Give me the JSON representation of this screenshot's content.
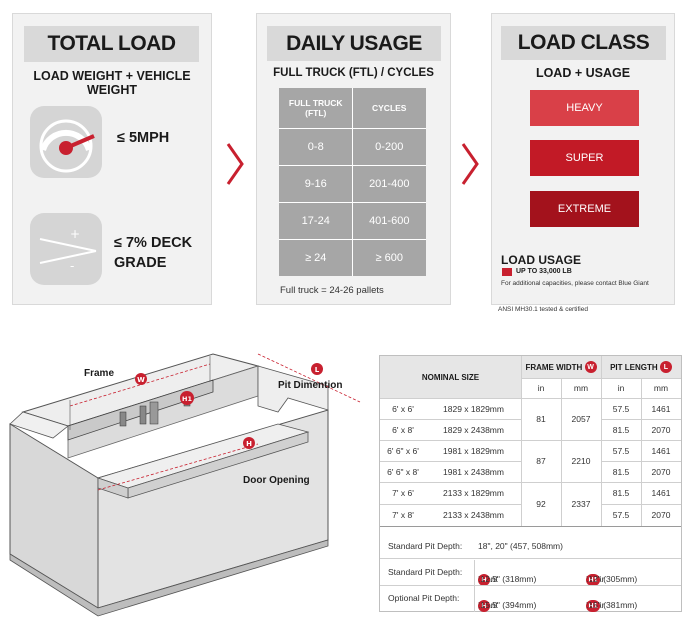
{
  "colors": {
    "accent": "#c8202f",
    "panel_bg": "#f2f2f2",
    "title_bg": "#d9d9d9",
    "table_grey": "#a6a6a6"
  },
  "total_load": {
    "title": "TOTAL LOAD",
    "subtitle": "LOAD WEIGHT + VEHICLE WEIGHT",
    "speed_label": "≤ 5MPH",
    "grade_label_1": "≤ 7% DECK",
    "grade_label_2": "GRADE",
    "icons": [
      "speedometer-icon",
      "deck-grade-icon"
    ]
  },
  "daily_usage": {
    "title": "DAILY USAGE",
    "subtitle": "FULL TRUCK (FTL) / CYCLES",
    "col1_line1": "FULL TRUCK",
    "col1_line2": "(FTL)",
    "col2": "CYCLES",
    "rows": [
      {
        "ftl": "0-8",
        "cycles": "0-200"
      },
      {
        "ftl": "9-16",
        "cycles": "201-400"
      },
      {
        "ftl": "17-24",
        "cycles": "401-600"
      },
      {
        "ftl": "≥ 24",
        "cycles": "≥ 600"
      }
    ],
    "footnote": "Full truck = 24-26 pallets"
  },
  "load_class": {
    "title": "LOAD CLASS",
    "subtitle": "LOAD + USAGE",
    "classes": [
      {
        "label": "HEAVY",
        "color": "#d94048"
      },
      {
        "label": "SUPER",
        "color": "#c21a26"
      },
      {
        "label": "EXTREME",
        "color": "#a3121c"
      }
    ],
    "usage_title": "LOAD USAGE",
    "usage_line": "UP TO 33,000 LB",
    "usage_note": "For additional capacities, please contact Blue Giant",
    "certification": "ANSI MH30.1 tested & certified"
  },
  "diagram": {
    "frame_label": "Frame",
    "pit_label": "Pit Dimention",
    "door_label": "Door Opening",
    "badge_w": "W",
    "badge_l": "L",
    "badge_h": "H",
    "badge_h1": "H1"
  },
  "spec_table": {
    "nominal_header": "NOMINAL SIZE",
    "frame_header": "FRAME WIDTH",
    "pit_header": "PIT LENGTH",
    "badge_w": "W",
    "badge_l": "L",
    "unit_in": "in",
    "unit_mm": "mm",
    "rows": [
      {
        "size": "6' x 6'",
        "mm": "1829 x 1829mm",
        "pit_in": "57.5",
        "pit_mm": "1461"
      },
      {
        "size": "6' x 8'",
        "mm": "1829 x 2438mm",
        "pit_in": "81.5",
        "pit_mm": "2070"
      },
      {
        "size": "6' 6\" x 6'",
        "mm": "1981 x 1829mm",
        "pit_in": "57.5",
        "pit_mm": "1461"
      },
      {
        "size": "6' 6\" x 8'",
        "mm": "1981 x 2438mm",
        "pit_in": "81.5",
        "pit_mm": "2070"
      },
      {
        "size": "7' x 6'",
        "mm": "2133 x 1829mm",
        "pit_in": "81.5",
        "pit_mm": "1461"
      },
      {
        "size": "7' x 8'",
        "mm": "2133 x 2438mm",
        "pit_in": "57.5",
        "pit_mm": "2070"
      }
    ],
    "frame_groups": [
      {
        "in": "81",
        "mm": "2057"
      },
      {
        "in": "87",
        "mm": "2210"
      },
      {
        "in": "92",
        "mm": "2337"
      }
    ],
    "std_depth_label": "Standard Pit Depth:",
    "std_depth_value": "18\", 20\" (457, 508mm)",
    "std_pit_label": "Standard Pit Depth:",
    "std_front_prefix": "Front",
    "std_front_value": ":12.5\" (318mm)",
    "std_rear_prefix": "Rear",
    "std_rear_value": ":12\" (305mm)",
    "opt_pit_label": "Optional Pit Depth:",
    "opt_front_prefix": "Front",
    "opt_front_value": ":15.5\" (394mm)",
    "opt_rear_prefix": "Rear",
    "opt_rear_value": ":15\" (381mm)",
    "badge_h": "H",
    "badge_h1": "H1"
  }
}
